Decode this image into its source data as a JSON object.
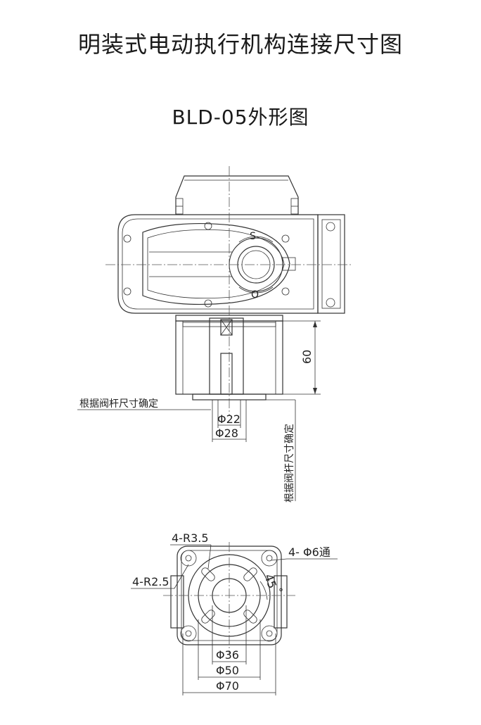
{
  "title": "明装式电动执行机构连接尺寸图",
  "subtitle": "BLD-05外形图",
  "top_view": {
    "label_s": "S",
    "label_o": "O",
    "dim_height": "60",
    "note_horizontal": "根据阀杆尺寸确定",
    "note_vertical": "根据阀杆尺寸确定",
    "dim_phi22": "Φ22",
    "dim_phi28": "Φ28"
  },
  "bottom_view": {
    "label_4r35": "4-R3.5",
    "label_4r25": "4-R2.5",
    "label_4phi6": "4- Φ6通",
    "label_45": "45",
    "degree_mark": "°",
    "dim_phi36": "Φ36",
    "dim_phi50": "Φ50",
    "dim_phi70": "Φ70"
  }
}
